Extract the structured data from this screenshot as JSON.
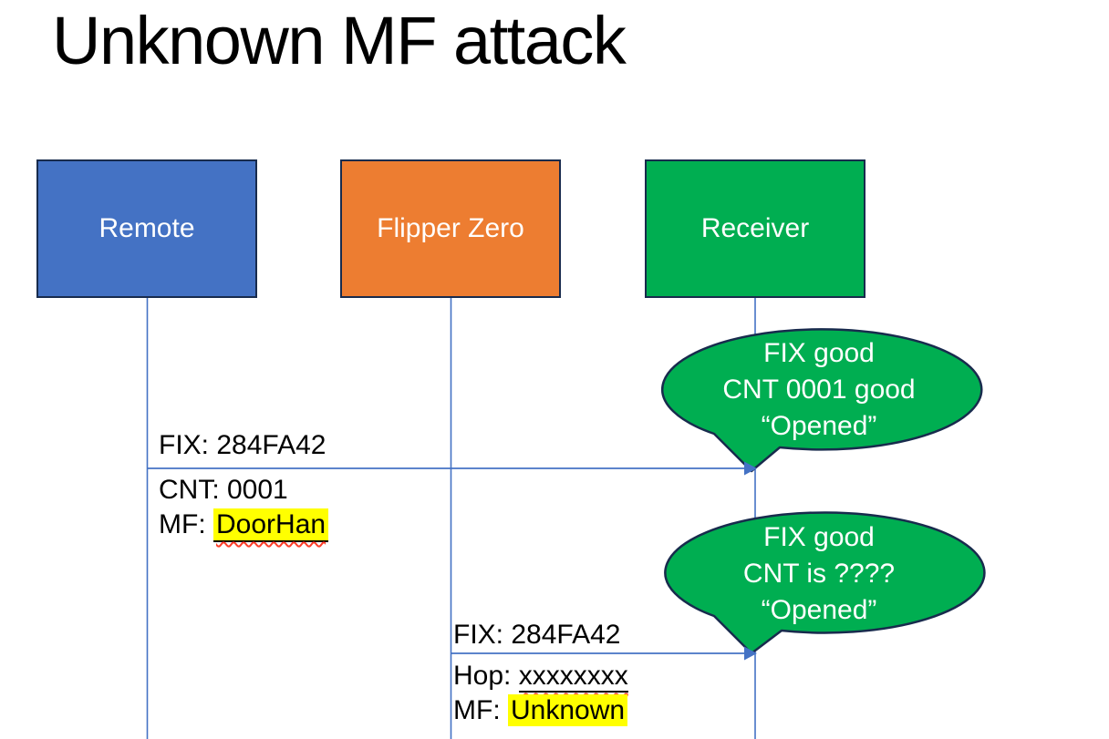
{
  "title": "Unknown MF attack",
  "colors": {
    "actor_remote": "#4472C4",
    "actor_flipper": "#ED7D31",
    "actor_receiver": "#00AE51",
    "callout_fill": "#00AE51",
    "shape_border": "#182B4D",
    "connector_blue": "#4472C4",
    "highlight_yellow": "#FFFF00",
    "spellcheck_squiggle": "#FF3C28",
    "text_black": "#000000",
    "text_white": "#FFFFFF"
  },
  "actors": [
    {
      "label": "Remote"
    },
    {
      "label": "Flipper Zero"
    },
    {
      "label": "Receiver"
    }
  ],
  "messages": [
    {
      "from": "Remote",
      "to": "Receiver",
      "above_line": "FIX: 284FA42",
      "below_line1": "CNT: 0001",
      "below_line2_prefix": "MF: ",
      "below_line2_value": "DoorHan"
    },
    {
      "from": "Flipper Zero",
      "to": "Receiver",
      "above_line": "FIX: 284FA42",
      "below_line1_prefix": "Hop: ",
      "below_line1_value": "xxxxxxxx",
      "below_line2_prefix": "MF: ",
      "below_line2_value": "Unknown"
    }
  ],
  "callouts": [
    {
      "lines": [
        "FIX good",
        "CNT 0001 good",
        "“Opened”"
      ]
    },
    {
      "lines": [
        "FIX good",
        "CNT is ????",
        "“Opened”"
      ]
    }
  ]
}
